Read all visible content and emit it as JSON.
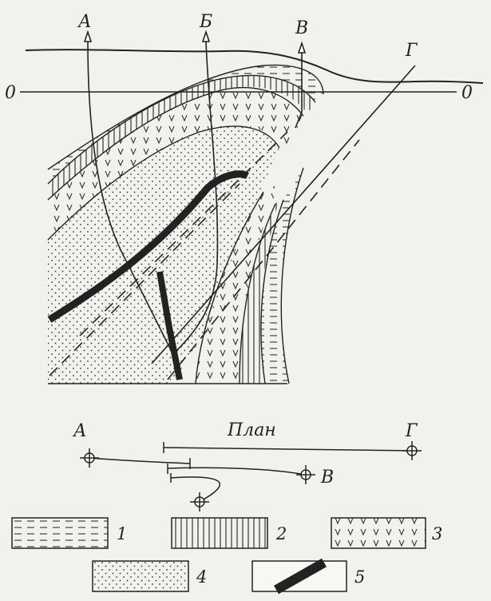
{
  "section": {
    "well_labels": [
      "А",
      "Б",
      "В",
      "Г"
    ],
    "datum_left": "0",
    "datum_right": "0"
  },
  "plan": {
    "title": "План",
    "labels": {
      "a": "А",
      "v": "В",
      "g": "Г"
    }
  },
  "legend": [
    {
      "number": "1",
      "pattern": "dashes"
    },
    {
      "number": "2",
      "pattern": "vertical-lines"
    },
    {
      "number": "3",
      "pattern": "v-marks"
    },
    {
      "number": "4",
      "pattern": "dots"
    },
    {
      "number": "5",
      "pattern": "black-band"
    }
  ]
}
